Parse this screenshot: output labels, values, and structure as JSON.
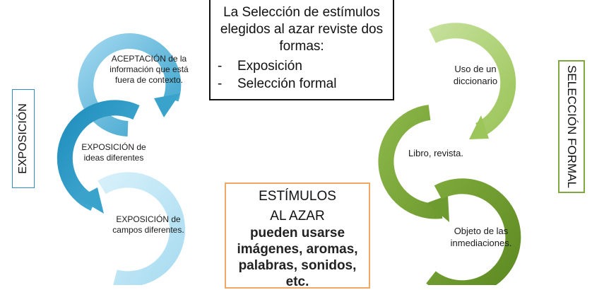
{
  "top_box": {
    "title": "La Selección de estímulos elegidos al azar reviste dos formas:",
    "items": [
      "Exposición",
      "Selección formal"
    ]
  },
  "left_label": "EXPOSICIÓN",
  "right_label": "SELECCIÓN FORMAL",
  "left_cycle": {
    "color_dark": "#2f9fc9",
    "color_light": "#bfe7f6",
    "steps": [
      "ACEPTACIÓN de la información que está fuera de contexto.",
      "EXPOSICIÓN de ideas diferentes",
      "EXPOSICIÓN de campos diferentes."
    ]
  },
  "right_cycle": {
    "color_light": "#a9cf6a",
    "color_dark": "#6d9b2c",
    "steps": [
      "Uso de un diccionario",
      "Libro, revista.",
      "Objeto de las inmediaciones."
    ]
  },
  "center_box": {
    "line1": "ESTÍMULOS",
    "line2": "AL AZAR",
    "body": "pueden usarse imágenes, aromas, palabras, sonidos, etc."
  }
}
